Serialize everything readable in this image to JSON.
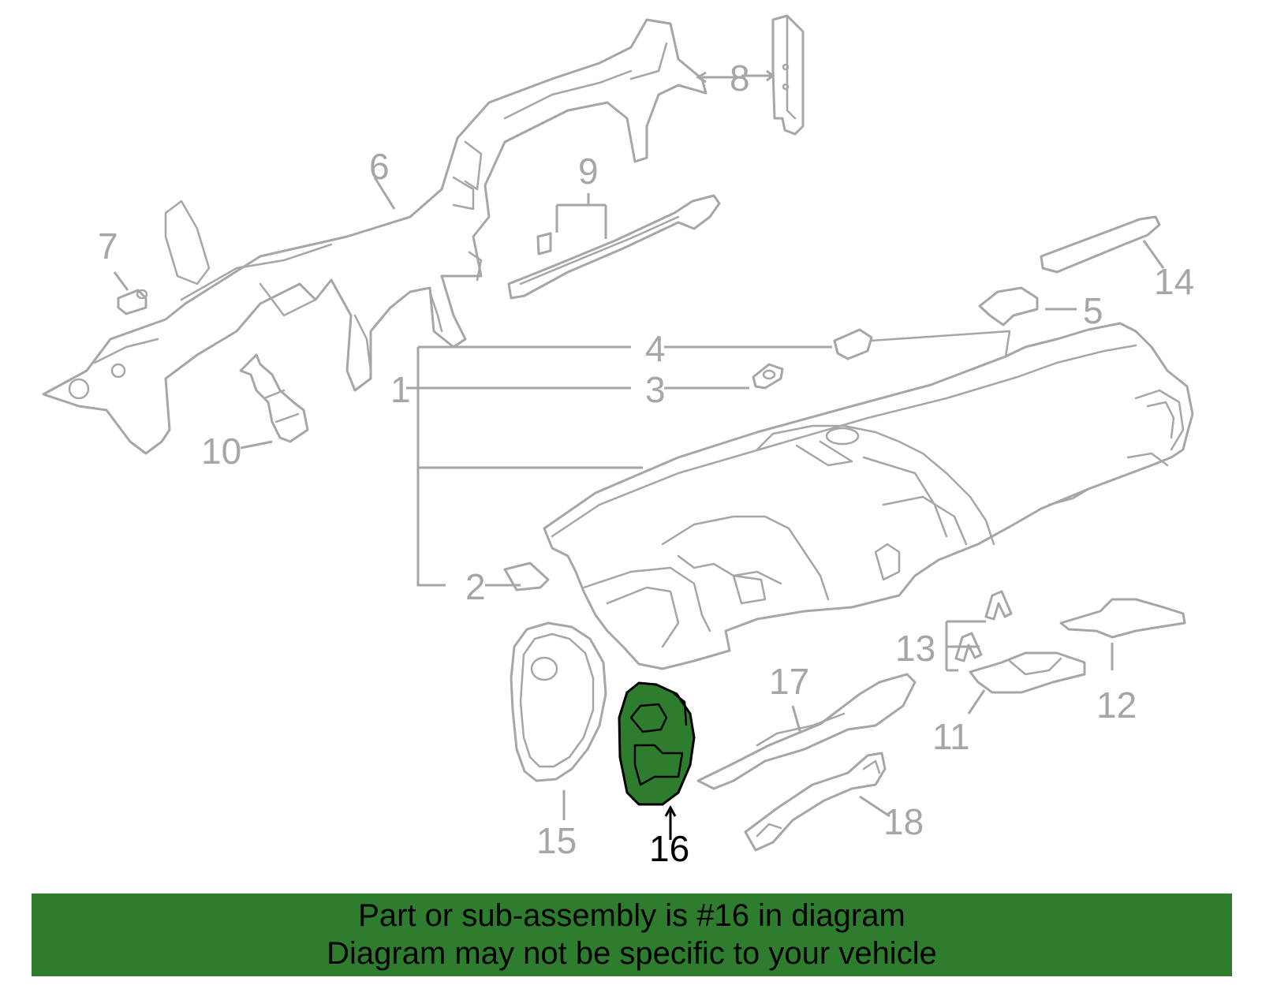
{
  "colors": {
    "part_outline": "#a6a6a6",
    "highlight_fill": "#2e7d2e",
    "banner_background": "#2e7d2e",
    "highlight_text": "#000000"
  },
  "callouts": {
    "c1": "1",
    "c2": "2",
    "c3": "3",
    "c4": "4",
    "c5": "5",
    "c6": "6",
    "c7": "7",
    "c8": "8",
    "c9": "9",
    "c10": "10",
    "c11": "11",
    "c12": "12",
    "c13": "13",
    "c14": "14",
    "c15": "15",
    "c16": "16",
    "c17": "17",
    "c18": "18"
  },
  "highlighted_part": "16",
  "banner": {
    "line1": "Part or sub-assembly is #16 in diagram",
    "line2": "Diagram may not be specific to your vehicle"
  }
}
